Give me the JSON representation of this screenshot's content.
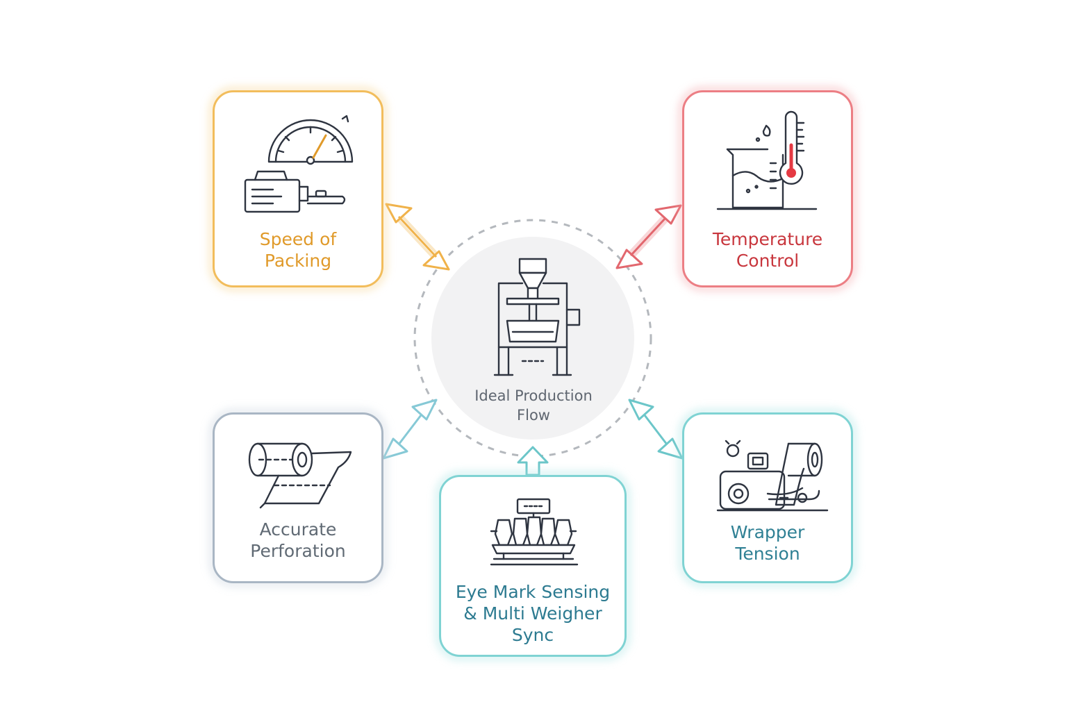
{
  "center": {
    "label_lines": [
      "Ideal Production",
      "Flow"
    ],
    "icon": "vffs-packing-machine-icon"
  },
  "nodes": [
    {
      "id": "speed",
      "label_lines": [
        "Speed of",
        "Packing"
      ],
      "color": "#e09a2a",
      "border": "#f2bd5c",
      "icon": "speedometer-machine-icon"
    },
    {
      "id": "temperature",
      "label_lines": [
        "Temperature",
        "Control"
      ],
      "color": "#c8363d",
      "border": "#ec7e84",
      "icon": "beaker-thermometer-icon"
    },
    {
      "id": "perforation",
      "label_lines": [
        "Accurate",
        "Perforation"
      ],
      "color": "#606a74",
      "border": "#a9b6c4",
      "icon": "film-roll-perforation-icon"
    },
    {
      "id": "eyemark",
      "label_lines": [
        "Eye Mark Sensing",
        "& Multi Weigher",
        "Sync"
      ],
      "color": "#2c7a90",
      "border": "#7fd3d3",
      "icon": "multihead-weigher-icon"
    },
    {
      "id": "wrapper",
      "label_lines": [
        "Wrapper",
        "Tension"
      ],
      "color": "#2f8094",
      "border": "#7fd3d3",
      "icon": "wrapper-tension-roller-icon"
    }
  ]
}
